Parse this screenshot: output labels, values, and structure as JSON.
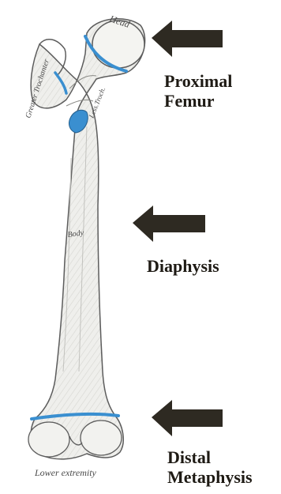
{
  "colors": {
    "arrow": "#2e2a22",
    "region_text": "#1e1a14",
    "growth_plate": "#3a8fd0",
    "bone_fill": "#efefec",
    "bone_outline": "#5c5c5c"
  },
  "bone_labels": {
    "head": "Head",
    "greater_trochanter": "Greater Trochanter",
    "lesser_trochanter": "Less.Troch.",
    "body": "Body",
    "lower_extremity": "Lower extremity"
  },
  "regions": {
    "proximal": {
      "line1": "Proximal",
      "line2": "Femur"
    },
    "diaphysis": {
      "line1": "Diaphysis"
    },
    "distal": {
      "line1": "Distal",
      "line2": "Metaphysis"
    }
  },
  "icons": [
    "arrow-left-icon",
    "arrow-left-icon",
    "arrow-left-icon"
  ]
}
